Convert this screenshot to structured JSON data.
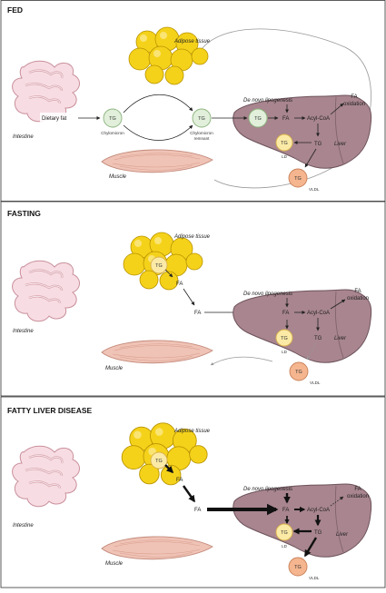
{
  "panels": [
    {
      "title": "FED",
      "intestine": "Intestine",
      "adipose": "Adipose tissue",
      "muscle": "Muscle",
      "liver": "Liver",
      "dietary_fat": "Dietary fat",
      "chylomicron": "Chylomicron",
      "chylomicron_remnant_1": "Chylomicron",
      "chylomicron_remnant_2": "remnant",
      "tg": "TG",
      "fa": "FA",
      "acylcoa": "Acyl-CoA",
      "dnl": "De novo lipogenesis",
      "fa_ox_1": "FA",
      "fa_ox_2": "oxidation",
      "ld": "LD",
      "vldl": "VLDL"
    },
    {
      "title": "FASTING",
      "intestine": "Intestine",
      "adipose": "Adipose tissue",
      "muscle": "Muscle",
      "liver": "Liver",
      "tg": "TG",
      "fa": "FA",
      "acylcoa": "Acyl-CoA",
      "dnl": "De novo lipogenesis",
      "fa_ox_1": "FA",
      "fa_ox_2": "oxidation",
      "ld": "LD",
      "vldl": "VLDL"
    },
    {
      "title": "FATTY LIVER DISEASE",
      "intestine": "Intestine",
      "adipose": "Adipose tissue",
      "muscle": "Muscle",
      "liver": "Liver",
      "tg": "TG",
      "fa": "FA",
      "acylcoa": "Acyl-CoA",
      "dnl": "De novo lipogenesis",
      "fa_ox_1": "FA",
      "fa_ox_2": "oxidation",
      "ld": "LD",
      "vldl": "VLDL"
    }
  ],
  "colors": {
    "panel_border": "#333333",
    "intestine_fill": "#f7dde3",
    "intestine_stroke": "#c98f9c",
    "fat_fill": "#f5d21a",
    "fat_stroke": "#b89400",
    "muscle_fill": "#efc3b6",
    "muscle_stroke": "#c48b7c",
    "liver_fill": "#a8858f",
    "liver_stroke": "#6d525a",
    "tg_green_fill": "#e1efdb",
    "tg_green_stroke": "#8bb47c",
    "ld_fill": "#fbeaa6",
    "ld_stroke": "#d9b34a",
    "vldl_fill": "#f4b58f",
    "vldl_stroke": "#c98158"
  },
  "icons": [
    "intestine-icon",
    "adipose-tissue-icon",
    "muscle-icon",
    "liver-icon"
  ]
}
